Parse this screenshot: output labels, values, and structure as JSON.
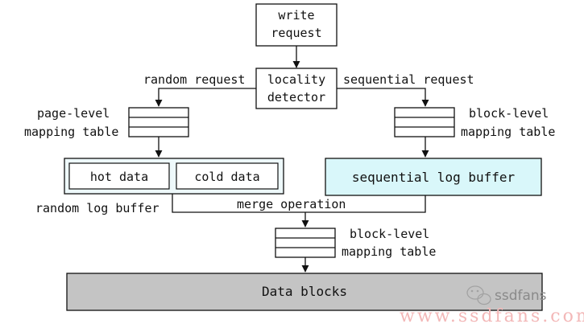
{
  "nodes": {
    "write_request": [
      "write",
      "request"
    ],
    "locality_detector": [
      "locality",
      "detector"
    ],
    "page_level_label": [
      "page-level",
      "mapping table"
    ],
    "block_level_label_right": [
      "block-level",
      "mapping table"
    ],
    "block_level_label_bottom": [
      "block-level",
      "mapping table"
    ],
    "hot_data": "hot data",
    "cold_data": "cold data",
    "sequential_log_buffer": "sequential log buffer",
    "random_log_buffer": "random log buffer",
    "data_blocks": "Data blocks"
  },
  "edges": {
    "random_request": "random request",
    "sequential_request": "sequential request",
    "merge_operation": "merge operation"
  },
  "colors": {
    "buffer_bg": "#eef9fb",
    "sequential_bg": "#d9f7fa",
    "data_blocks_bg": "#c4c4c4",
    "border": "#111111"
  },
  "watermark": {
    "brand": "ssdfans",
    "url": "www.ssdfans.com"
  }
}
